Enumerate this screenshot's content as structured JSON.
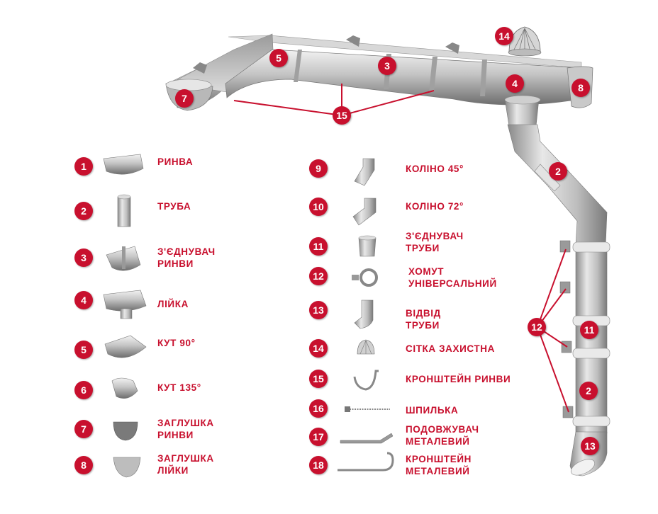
{
  "colors": {
    "accent": "#c8102e",
    "metal_light": "#e4e4e4",
    "metal_mid": "#a9a9a9",
    "metal_dark": "#707070"
  },
  "legend": [
    {
      "num": "1",
      "lines": [
        "РИНВА"
      ],
      "icon": "gutter-icon"
    },
    {
      "num": "2",
      "lines": [
        "ТРУБА"
      ],
      "icon": "pipe-icon"
    },
    {
      "num": "3",
      "lines": [
        "З'ЄДНУВАЧ",
        "РИНВИ"
      ],
      "icon": "gutter-connector-icon"
    },
    {
      "num": "4",
      "lines": [
        "ЛІЙКА"
      ],
      "icon": "funnel-icon"
    },
    {
      "num": "5",
      "lines": [
        "КУТ 90°"
      ],
      "icon": "corner-90-icon"
    },
    {
      "num": "6",
      "lines": [
        "КУТ 135°"
      ],
      "icon": "corner-135-icon"
    },
    {
      "num": "7",
      "lines": [
        "ЗАГЛУШКА",
        "РИНВИ"
      ],
      "icon": "gutter-end-cap-icon"
    },
    {
      "num": "8",
      "lines": [
        "ЗАГЛУШКА",
        "ЛІЙКИ"
      ],
      "icon": "funnel-end-cap-icon"
    },
    {
      "num": "9",
      "lines": [
        "КОЛІНО 45°"
      ],
      "icon": "elbow-45-icon"
    },
    {
      "num": "10",
      "lines": [
        "КОЛІНО 72°"
      ],
      "icon": "elbow-72-icon"
    },
    {
      "num": "11",
      "lines": [
        "З'ЄДНУВАЧ",
        "ТРУБИ"
      ],
      "icon": "pipe-connector-icon"
    },
    {
      "num": "12",
      "lines": [
        "ХОМУТ",
        "УНІВЕРСАЛЬНИЙ"
      ],
      "icon": "pipe-clamp-icon"
    },
    {
      "num": "13",
      "lines": [
        "ВІДВІД",
        "ТРУБИ"
      ],
      "icon": "pipe-outlet-icon"
    },
    {
      "num": "14",
      "lines": [
        "СІТКА ЗАХИСТНА"
      ],
      "icon": "protective-mesh-icon"
    },
    {
      "num": "15",
      "lines": [
        "КРОНШТЕЙН РИНВИ"
      ],
      "icon": "gutter-bracket-icon"
    },
    {
      "num": "16",
      "lines": [
        "ШПИЛЬКА"
      ],
      "icon": "stud-icon"
    },
    {
      "num": "17",
      "lines": [
        "ПОДОВЖУВАЧ",
        "МЕТАЛЕВИЙ"
      ],
      "icon": "metal-extender-icon"
    },
    {
      "num": "18",
      "lines": [
        "КРОНШТЕЙН",
        "МЕТАЛЕВИЙ"
      ],
      "icon": "metal-bracket-icon"
    }
  ],
  "callouts": [
    "7",
    "5",
    "3",
    "14",
    "4",
    "8",
    "15",
    "2",
    "12",
    "11",
    "2",
    "13"
  ]
}
